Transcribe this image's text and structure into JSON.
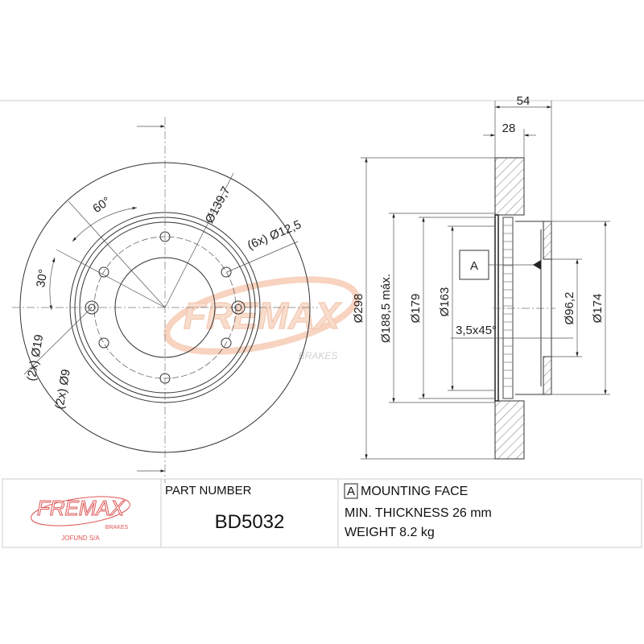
{
  "front_view": {
    "angle_60": "60°",
    "angle_30": "30°",
    "bolt_circle": "Ø139,7",
    "bolt_holes": "(6x) Ø12,5",
    "holes_19": "(2x) Ø19",
    "holes_9": "(2x) Ø9"
  },
  "side_view": {
    "overall_width": "54",
    "disc_thickness": "28",
    "outer_diameter": "Ø298",
    "max_diameter": "Ø188,5 máx.",
    "diameter_179": "Ø179",
    "diameter_163": "Ø163",
    "chamfer": "3,5x45°",
    "center_bore": "Ø96,2",
    "hub_diameter": "Ø174",
    "datum": "A"
  },
  "watermark": {
    "brand": "FREMAX",
    "sub": "BRAKES"
  },
  "title_block": {
    "logo": {
      "brand": "FREMAX",
      "sub": "BRAKES",
      "company": "JOFUND S/A"
    },
    "part_number_label": "PART NUMBER",
    "part_number": "BD5032",
    "datum_box": "A",
    "mounting_face": "MOUNTING FACE",
    "min_thickness": "MIN. THICKNESS 26 mm",
    "weight": "WEIGHT 8.2 kg"
  },
  "colors": {
    "brand": "#e8875a",
    "line": "#333333"
  }
}
